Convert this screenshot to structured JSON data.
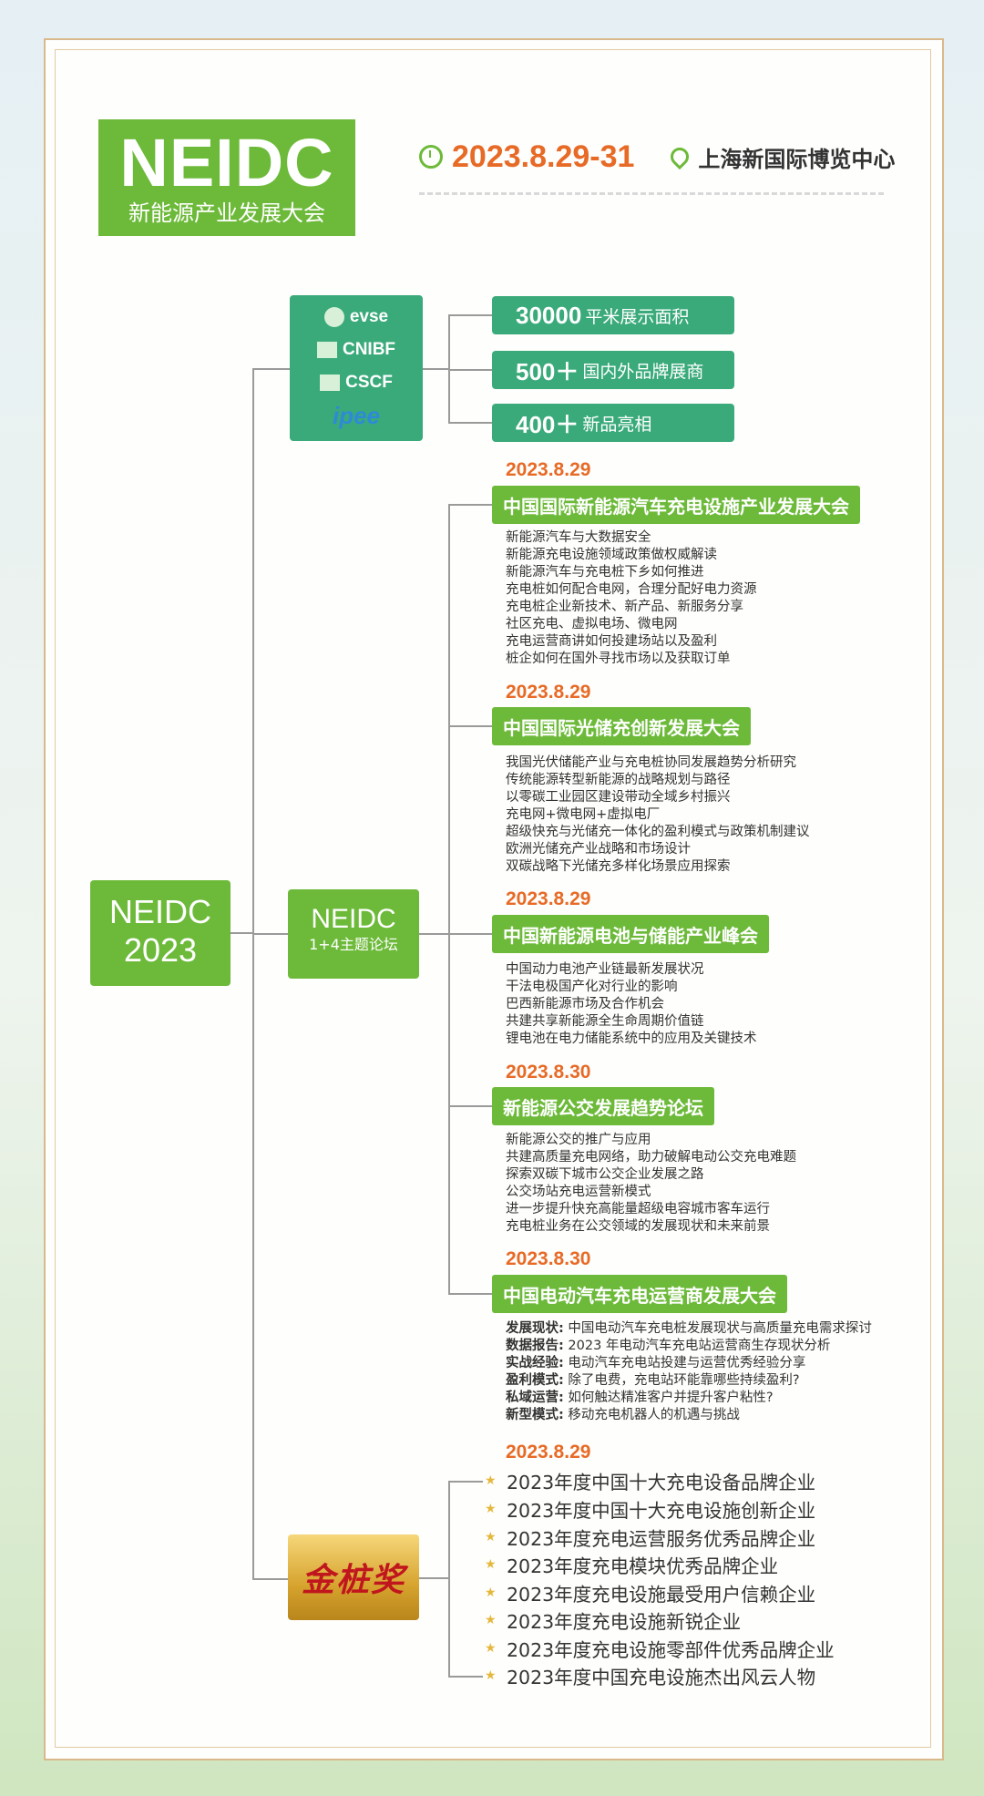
{
  "logo": {
    "big": "NEIDC",
    "small": "新能源产业发展大会"
  },
  "event": {
    "date": "2023.8.29-31",
    "venue": "上海新国际博览中心"
  },
  "root": {
    "line1": "NEIDC",
    "line2": "2023"
  },
  "hub": {
    "title": "NEIDC",
    "subtitle": "1+4主题论坛"
  },
  "partners": [
    "evse",
    "CNIBF",
    "CSCF",
    "ipee"
  ],
  "stats": [
    {
      "num": "30000",
      "label": "平米展示面积"
    },
    {
      "num": "500＋",
      "label": "国内外品牌展商"
    },
    {
      "num": "400＋",
      "label": "新品亮相"
    }
  ],
  "forums": [
    {
      "date": "2023.8.29",
      "title": "中国国际新能源汽车充电设施产业发展大会",
      "topics": [
        "新能源汽车与大数据安全",
        "新能源充电设施领域政策做权威解读",
        "新能源汽车与充电桩下乡如何推进",
        "充电桩如何配合电网，合理分配好电力资源",
        "充电桩企业新技术、新产品、新服务分享",
        "社区充电、虚拟电场、微电网",
        "充电运营商讲如何投建场站以及盈利",
        "桩企如何在国外寻找市场以及获取订单"
      ]
    },
    {
      "date": "2023.8.29",
      "title": "中国国际光储充创新发展大会",
      "topics": [
        "我国光伏储能产业与充电桩协同发展趋势分析研究",
        "传统能源转型新能源的战略规划与路径",
        "以零碳工业园区建设带动全域乡村振兴",
        "充电网+微电网+虚拟电厂",
        "超级快充与光储充一体化的盈利模式与政策机制建议",
        "欧洲光储充产业战略和市场设计",
        "双碳战略下光储充多样化场景应用探索"
      ]
    },
    {
      "date": "2023.8.29",
      "title": "中国新能源电池与储能产业峰会",
      "topics": [
        "中国动力电池产业链最新发展状况",
        "干法电极国产化对行业的影响",
        "巴西新能源市场及合作机会",
        "共建共享新能源全生命周期价值链",
        "锂电池在电力储能系统中的应用及关键技术"
      ]
    },
    {
      "date": "2023.8.30",
      "title": "新能源公交发展趋势论坛",
      "topics": [
        "新能源公交的推广与应用",
        "共建高质量充电网络，助力破解电动公交充电难题",
        "探索双碳下城市公交企业发展之路",
        "公交场站充电运营新模式",
        "进一步提升快充高能量超级电容城市客车运行",
        "充电桩业务在公交领域的发展现状和未来前景"
      ]
    },
    {
      "date": "2023.8.30",
      "title": "中国电动汽车充电运营商发展大会",
      "topics": [
        {
          "k": "发展现状:",
          "v": "中国电动汽车充电桩发展现状与高质量充电需求探讨"
        },
        {
          "k": "数据报告:",
          "v": "2023 年电动汽车充电站运营商生存现状分析"
        },
        {
          "k": "实战经验:",
          "v": "电动汽车充电站投建与运营优秀经验分享"
        },
        {
          "k": "盈利模式:",
          "v": "除了电费，充电站环能靠哪些持续盈利?"
        },
        {
          "k": "私域运营:",
          "v": "如何触达精准客户并提升客户粘性?"
        },
        {
          "k": "新型模式:",
          "v": "移动充电机器人的机遇与挑战"
        }
      ]
    }
  ],
  "award": {
    "name": "金桩奖",
    "date": "2023.8.29",
    "items": [
      "2023年度中国十大充电设备品牌企业",
      "2023年度中国十大充电设施创新企业",
      "2023年度充电运营服务优秀品牌企业",
      "2023年度充电模块优秀品牌企业",
      "2023年度充电设施最受用户信赖企业",
      "2023年度充电设施新锐企业",
      "2023年度充电设施零部件优秀品牌企业",
      "2023年度中国充电设施杰出风云人物"
    ]
  },
  "colors": {
    "green": "#6dba3a",
    "teal": "#3aaa7a",
    "orange": "#e76a26",
    "gold": "#d6a32e"
  }
}
